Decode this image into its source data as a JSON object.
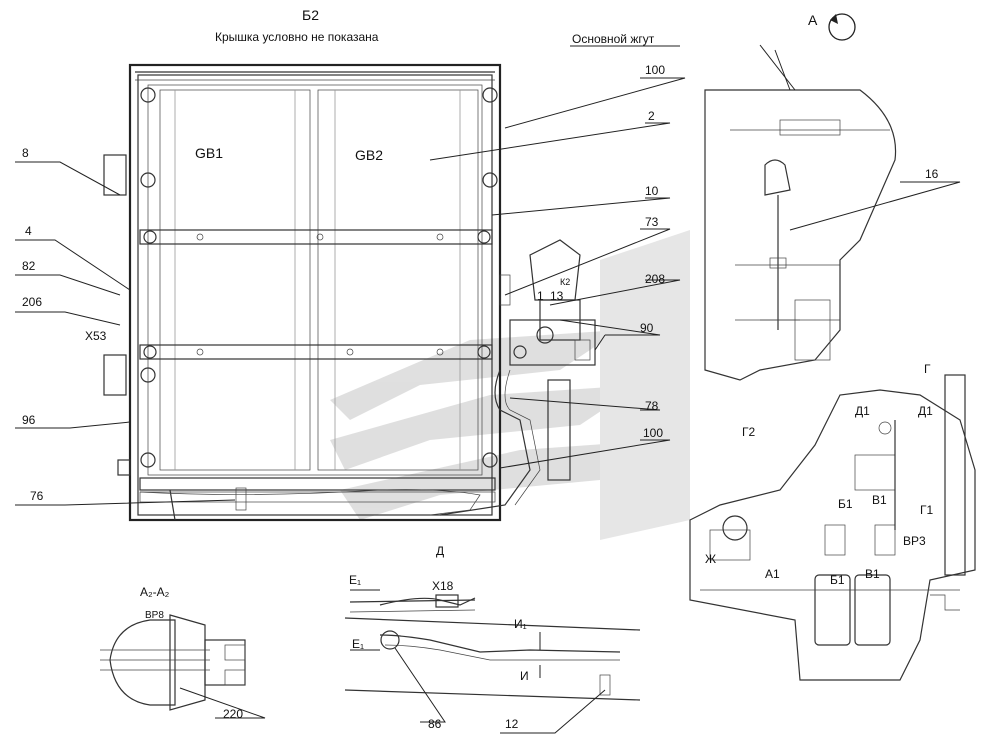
{
  "header": {
    "view_b2": "Б2",
    "cover_note": "Крышка условно не показана",
    "view_a": "А",
    "main_harness": "Основной жгут"
  },
  "batteries": {
    "gb1": "GB1",
    "gb2": "GB2"
  },
  "callouts": {
    "c100_top": "100",
    "c2": "2",
    "c10": "10",
    "c73": "73",
    "c208": "208",
    "c90": "90",
    "c78": "78",
    "c100_bottom": "100",
    "c16": "16",
    "c8": "8",
    "c4": "4",
    "c82": "82",
    "c206": "206",
    "x53": "X53",
    "c96": "96",
    "c76": "76",
    "k2": "К2",
    "n1": "1",
    "n13": "13"
  },
  "section_a2": {
    "title": "А₂-А₂",
    "bp8": "ВР8",
    "c220": "220"
  },
  "section_d": {
    "title": "Д",
    "x18": "X18",
    "e1_top": "Е₁",
    "e1_bottom": "Е₁",
    "i1": "И₁",
    "i": "И",
    "c86": "86",
    "c12": "12"
  },
  "right_view": {
    "g": "Г",
    "d1_left": "Д1",
    "d1_right": "Д1",
    "g2": "Г2",
    "b1_top": "Б1",
    "v1_top": "В1",
    "g1": "Г1",
    "bp3": "ВР3",
    "zh": "Ж",
    "a1": "А1",
    "b1_bottom": "Б1",
    "v1_bottom": "В1"
  }
}
